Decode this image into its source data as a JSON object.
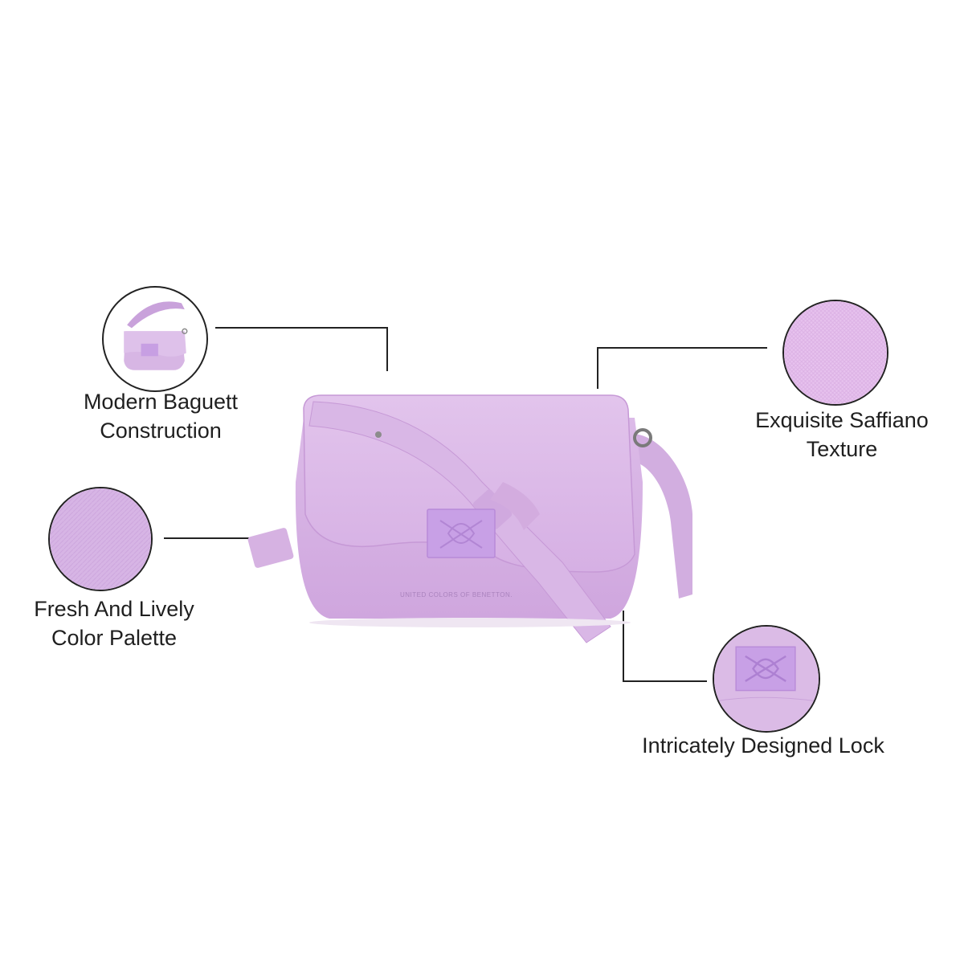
{
  "features": {
    "top_left": {
      "line1": "Modern Baguett",
      "line2": "Construction"
    },
    "middle_left": {
      "line1": "Fresh And Lively",
      "line2": "Color Palette"
    },
    "top_right": {
      "line1": "Exquisite Saffiano",
      "line2": "Texture"
    },
    "bottom_right": {
      "line1": "Intricately Designed Lock"
    }
  },
  "brand_text": "UNITED COLORS OF BENETTON.",
  "colors": {
    "bag": "#d8b4e4",
    "bag_shadow": "#c89ad6",
    "lock": "#c8a0e6",
    "line": "#222222",
    "text": "#1f1f1f"
  },
  "icons": {
    "bag": "crossbody-bag-illustration",
    "thumb_bag": "bag-thumbnail",
    "swatch": "saffiano-swatch",
    "lock": "logo-lock-plate"
  }
}
